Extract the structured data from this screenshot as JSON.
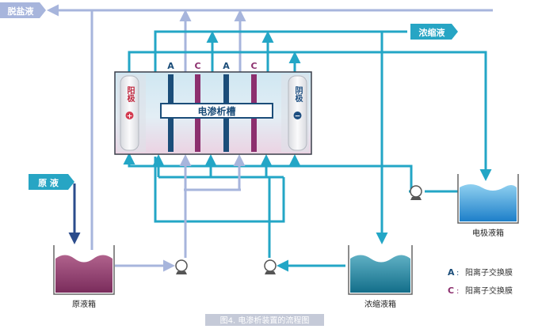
{
  "labels": {
    "desalted": "脱盐液",
    "concentrate": "浓缩液",
    "raw": "原 液",
    "cell": "电渗析槽",
    "anode": "阳极",
    "cathode": "阴极",
    "anode_sign": "+",
    "cathode_sign": "−",
    "membrane_a": "A",
    "membrane_c": "C"
  },
  "tanks": {
    "raw_tank": "原液箱",
    "concentrate_tank": "浓缩液箱",
    "electrode_tank": "电极液箱"
  },
  "legend": {
    "a_key": "A",
    "a_text": "阳离子交换膜",
    "c_key": "C",
    "c_text": "阳离子交换膜"
  },
  "caption": "图4. 电渗析装置的流程图",
  "colors": {
    "cyan_pipe": "#23a6c6",
    "lavender_pipe": "#a7b5dc",
    "navy_arrow": "#2b4c8c",
    "a_membrane": "#1b4d79",
    "c_membrane": "#8c2f6e",
    "tag_fill": "#27a5c4",
    "caption_bg": "#c5cad8"
  }
}
